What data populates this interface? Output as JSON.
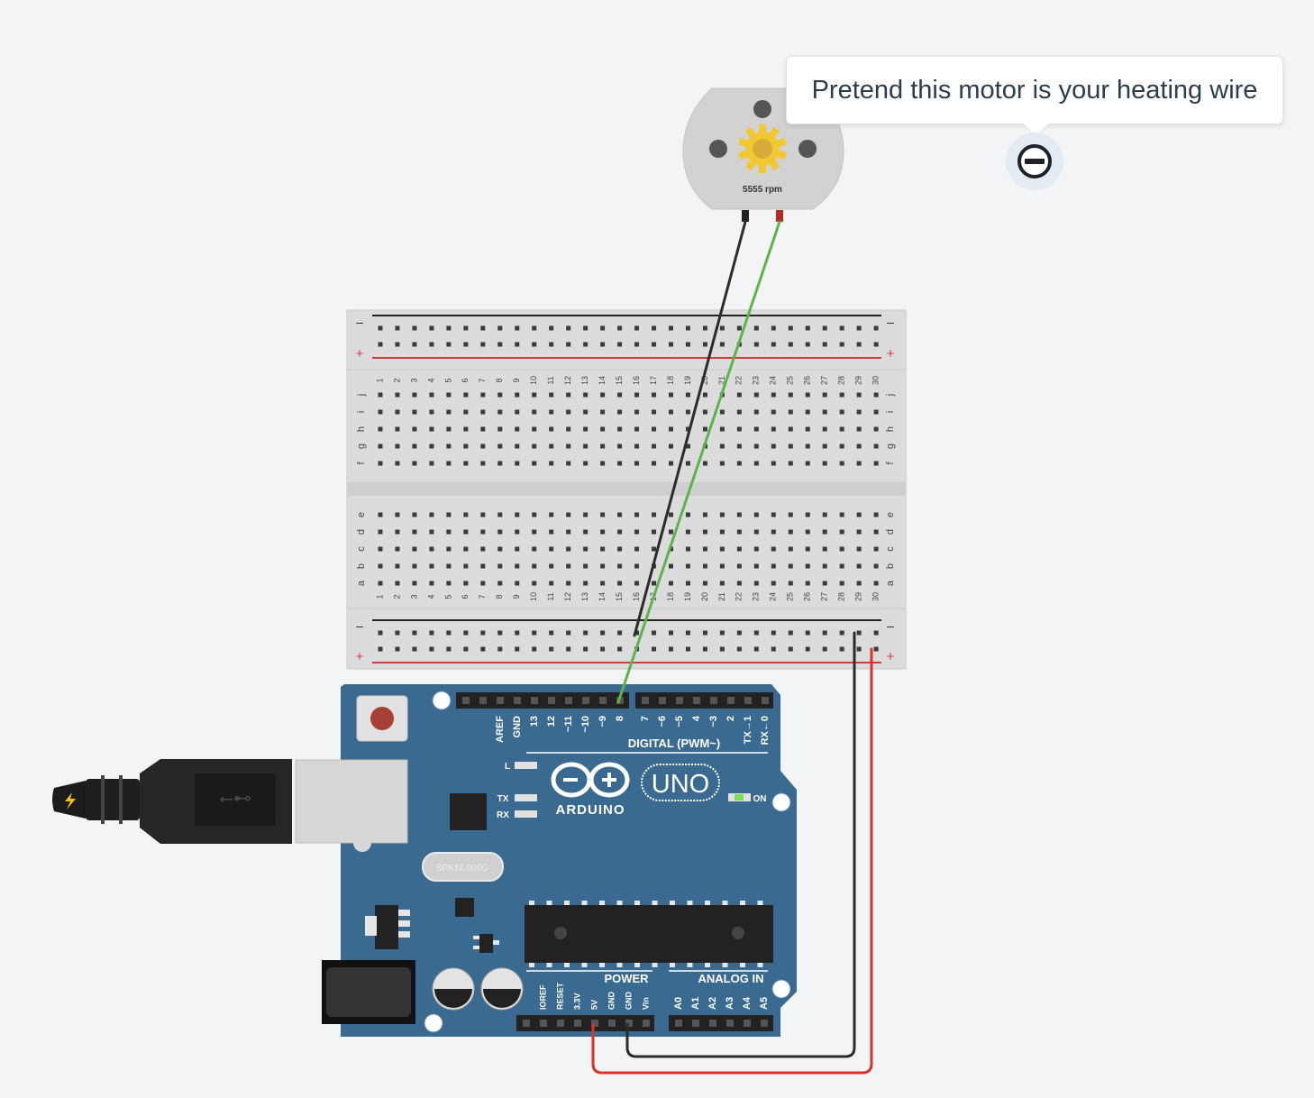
{
  "annotation": {
    "text": "Pretend this motor is your heating wire"
  },
  "motor": {
    "speed_label": "5555 rpm"
  },
  "breadboard": {
    "minus_symbol": "–",
    "plus_symbol": "+",
    "rows_top": [
      "j",
      "i",
      "h",
      "g",
      "f"
    ],
    "rows_bottom": [
      "e",
      "d",
      "c",
      "b",
      "a"
    ]
  },
  "arduino": {
    "brand": "ARDUINO",
    "model": "UNO",
    "digital_label": "DIGITAL (PWM~)",
    "digital_pins": [
      "AREF",
      "GND",
      "13",
      "12",
      "~11",
      "~10",
      "~9",
      "8",
      "7",
      "~6",
      "~5",
      "4",
      "~3",
      "2",
      "TX→1",
      "RX←0"
    ],
    "power_label": "POWER",
    "power_pins": [
      "IOREF",
      "RESET",
      "3.3V",
      "5V",
      "GND",
      "GND",
      "Vin"
    ],
    "analog_label": "ANALOG IN",
    "analog_pins": [
      "A0",
      "A1",
      "A2",
      "A3",
      "A4",
      "A5"
    ],
    "led_l": "L",
    "led_tx": "TX",
    "led_rx": "RX",
    "led_on": "ON",
    "crystal_label": "SPK16.000G"
  },
  "colors": {
    "background": "#f3f4f6",
    "board_blue": "#3b6a91",
    "wire_black": "#2b2b2b",
    "wire_green": "#5fb14f",
    "wire_red": "#d8322a",
    "rail_red": "#cf3b3b"
  }
}
